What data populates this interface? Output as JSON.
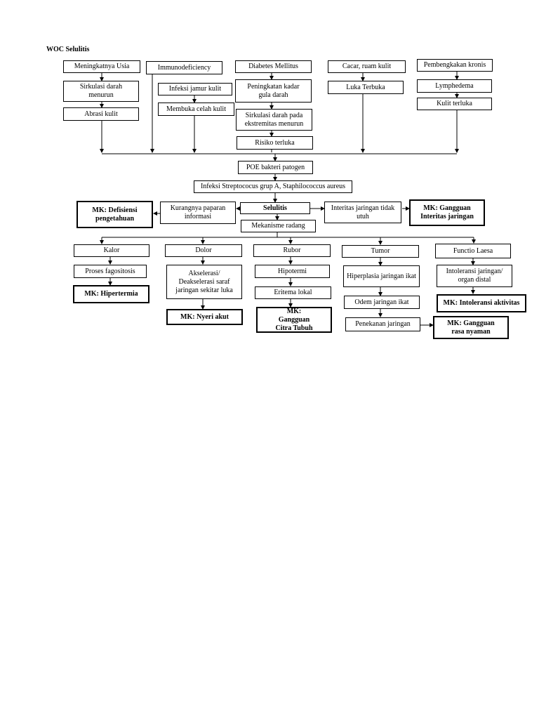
{
  "title": "WOC Selulitis",
  "nodes": {
    "meningkatnya_usia": "Meningkatnya Usia",
    "sirkulasi_darah_menurun": "Sirkulasi darah menurun",
    "abrasi_kulit": "Abrasi kulit",
    "immunodeficiency": "Immunodeficiency",
    "infeksi_jamur_kulit": "Infeksi jamur kulit",
    "membuka_celah_kulit": "Membuka celah kulit",
    "diabetes_mellitus": "Diabetes Mellitus",
    "peningkatan_kadar_gula": "Peningkatan kadar gula darah",
    "sirkulasi_ekstremitas": "Sirkulasi darah pada ekstremitas menurun",
    "risiko_terluka": "Risiko terluka",
    "cacar_ruam_kulit": "Cacar, ruam kulit",
    "luka_terbuka": "Luka Terbuka",
    "pembengkakan_kronis": "Pembengkakan kronis",
    "lymphedema": "Lymphedema",
    "kulit_terluka": "Kulit terluka",
    "poe_bakteri": "POE bakteri patogen",
    "infeksi_strep": "Infeksi Streptococus grup A, Staphilococcus aureus",
    "selulitis": "Selulitis",
    "kurangnya_paparan": "Kurangnya paparan informasi",
    "mk_defisiensi": "MK: Defisiensi pengetahuan",
    "interitas_tidak_utuh": "Interitas jaringan tidak utuh",
    "mk_gangguan_interitas": "MK: Gangguan Interitas jaringan",
    "mekanisme_radang": "Mekanisme radang",
    "kalor": "Kalor",
    "proses_fagositosis": "Proses fagositosis",
    "mk_hipertermia": "MK: Hipertermia",
    "dolor": "Dolor",
    "akselerasi": "Akselerasi/ Deakselerasi saraf jaringan sekitar luka",
    "mk_nyeri_akut": "MK: Nyeri akut",
    "rubor": "Rubor",
    "hipotermi": "Hipotermi",
    "eritema_lokal": "Eritema lokal",
    "mk_citra_tubuh": "MK: Gangguan Citra Tubuh",
    "tumor": "Tumor",
    "hiperplasia": "Hiperplasia jaringan ikat",
    "odem": "Odem jaringan ikat",
    "penekanan": "Penekanan jaringan",
    "mk_rasa_nyaman": "MK: Gangguan rasa nyaman",
    "functio_laesa": "Functio Laesa",
    "intoleransi_jaringan": "Intoleransi jaringan/ organ distal",
    "mk_intoleransi_aktivitas": "MK: Intoleransi aktivitas"
  }
}
